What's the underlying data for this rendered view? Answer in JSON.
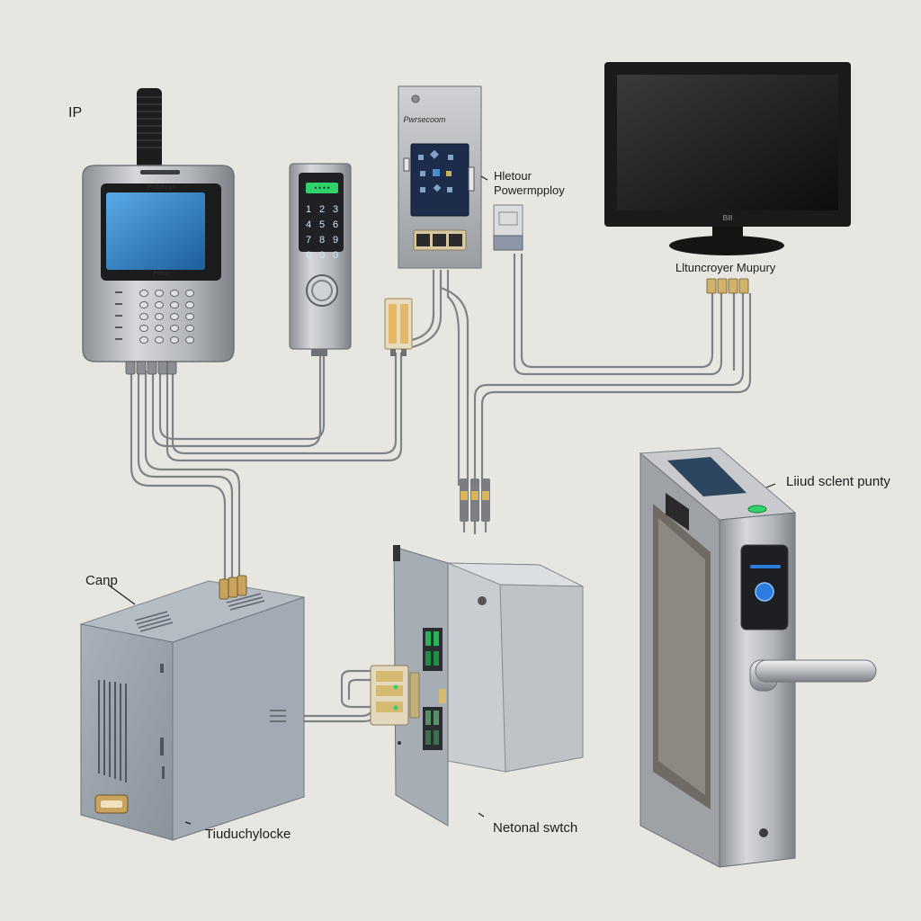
{
  "labels": {
    "ip": "IP",
    "heat_power_line1": "Hletour",
    "heat_power_line2": "Powermpploy",
    "panel_brand": "Pwrsecoom",
    "monitor_label": "Lltuncroyer Mupury",
    "monitor_brand": "Bill",
    "gate_label": "Liiud sclent punty",
    "camp": "Canp",
    "lock_box": "Tiuduchylocke",
    "switch": "Netonal swtch",
    "intercom_brand": "Polbitcon",
    "intercom_model": "Pstuv"
  },
  "keypad": {
    "display_text": "••••",
    "keys": [
      "1",
      "2",
      "3",
      "4",
      "5",
      "6",
      "7",
      "8",
      "9",
      "0",
      "0",
      "0"
    ]
  },
  "colors": {
    "background": "#e8e6e0",
    "steel": "#b9bcc0",
    "steel_dark": "#8e9297",
    "screen_blue": "#2f7fc4",
    "panel_screen": "#1c2c4a",
    "status_green": "#2fd36a",
    "scanner_blue": "#2d7de0",
    "cable": "#7f8388",
    "enclosure": "#9aa2ab"
  },
  "icons": {
    "intercom": "ip-intercom-icon",
    "keypad": "keypad-reader-icon",
    "panel": "access-control-panel-icon",
    "monitor": "monitor-icon",
    "server": "controller-box-icon",
    "switch": "network-switch-icon",
    "gate": "turnstile-gate-icon",
    "fingerprint": "fingerprint-scanner-icon"
  }
}
